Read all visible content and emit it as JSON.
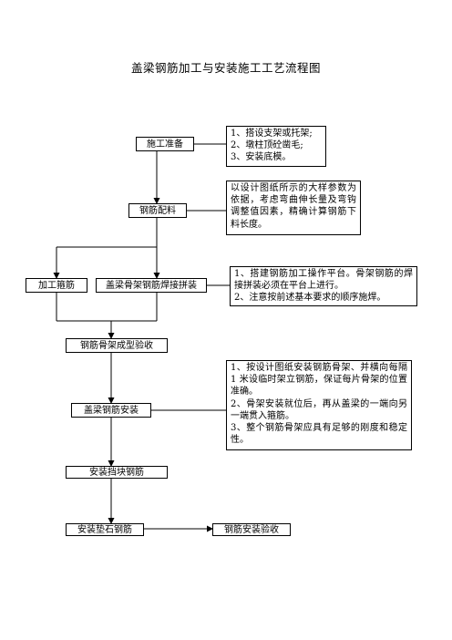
{
  "title": "盖梁钢筋加工与安装施工工艺流程图",
  "nodes": {
    "prep": "施工准备",
    "batch": "钢筋配料",
    "hoop": "加工箍筋",
    "weld": "盖梁骨架钢筋焊接拼装",
    "inspect_frame": "钢筋骨架成型验收",
    "install": "盖梁钢筋安装",
    "block": "安装挡块钢筋",
    "pad": "安装垫石钢筋",
    "final": "钢筋安装验收"
  },
  "notes": {
    "prep": [
      "1、搭设支架或托架;",
      "2、墩柱顶砼凿毛;",
      "3、安装底模。"
    ],
    "batch": [
      "以设计图纸所示的大样参数为依据，考虑弯曲伸长量及弯钩调整值因素，精确计算钢筋下料长度。"
    ],
    "weld": [
      "1、搭建钢筋加工操作平台。骨架钢筋的焊接拼装必须在平台上进行。",
      "2、注意按前述基本要求的顺序施焊。"
    ],
    "install": [
      "1、按设计图纸安装钢筋骨架、并横向每隔 1 米设临时架立钢筋，保证每片骨架的位置准确。",
      "2、骨架安装就位后，再从盖梁的一端向另一端贯入箍筋。",
      "3、整个钢筋骨架应具有足够的刚度和稳定性。"
    ]
  }
}
